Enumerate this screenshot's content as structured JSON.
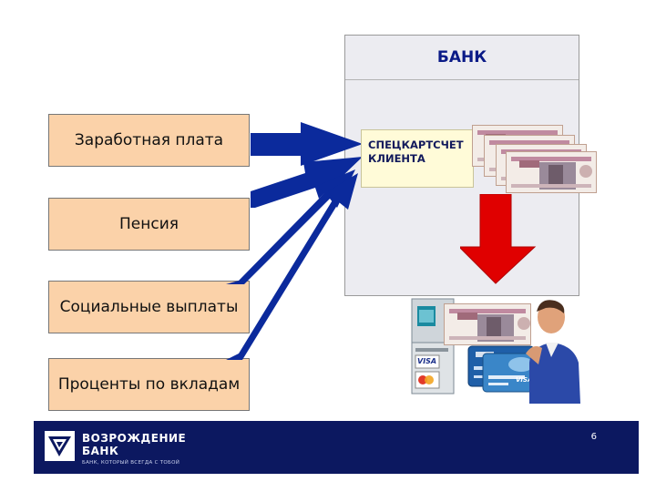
{
  "bank": {
    "title": "БАНК"
  },
  "account": {
    "line1": "СПЕЦКАРТСЧЕТ",
    "line2": "КЛИЕНТА"
  },
  "sources": [
    {
      "label": "Заработная плата"
    },
    {
      "label": "Пенсия"
    },
    {
      "label": "Социальные выплаты"
    },
    {
      "label": "Проценты по вкладам"
    }
  ],
  "atm": {
    "card_brand_1": "VISA",
    "card_brand_2": "VISA"
  },
  "footer": {
    "brand_line1": "ВОЗРОЖДЕНИЕ",
    "brand_line2": "БАНК",
    "slogan": "БАНК, КОТОРЫЙ ВСЕГДА С ТОБОЙ",
    "page_number": "6"
  },
  "colors": {
    "source_fill": "#fbd2a9",
    "arrow_blue": "#0b2a9c",
    "arrow_red": "#e00000",
    "bank_title": "#0a1a87",
    "footer_bg": "#0c1860"
  }
}
